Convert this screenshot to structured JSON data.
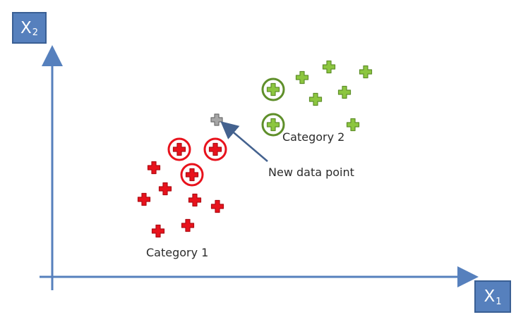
{
  "axes": {
    "x_label": "X",
    "x_subscript": "1",
    "y_label": "X",
    "y_subscript": "2"
  },
  "labels": {
    "category1": "Category 1",
    "category2": "Category 2",
    "new_point": "New data point"
  },
  "colors": {
    "axis": "#5680bd",
    "category1_fill": "#e8121c",
    "category2_fill": "#8cc63f",
    "category2_stroke": "#5f8f2a",
    "new_point_fill": "#a6a6a6",
    "arrow": "#44628f"
  },
  "icons": {
    "category1_marker": "red-plus-icon",
    "category2_marker": "green-plus-icon",
    "new_point_marker": "gray-plus-icon",
    "neighbor_ring": "circle-highlight"
  },
  "k_neighbors": 5
}
